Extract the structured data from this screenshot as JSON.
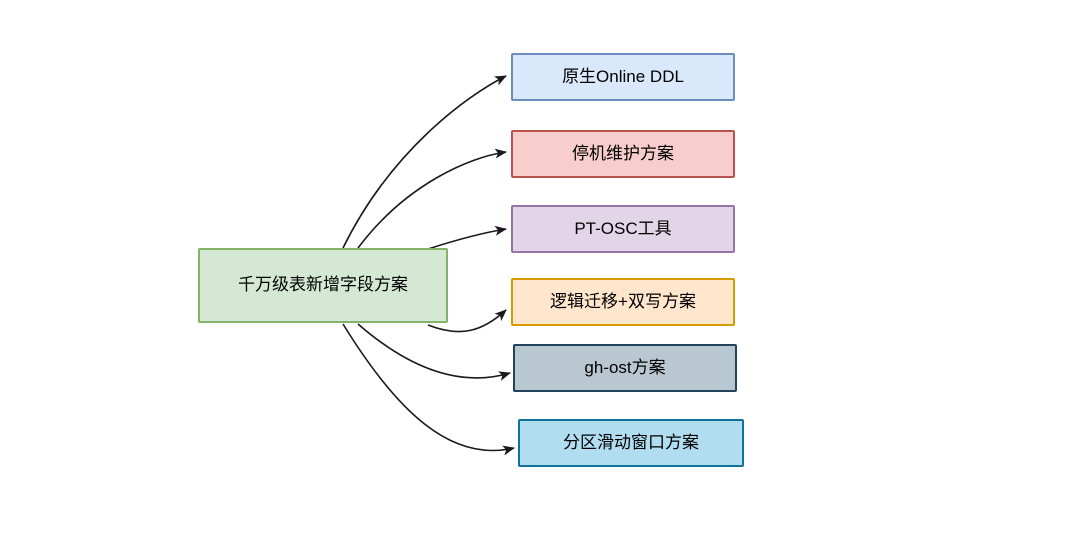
{
  "diagram": {
    "background": "#ffffff",
    "root_node": {
      "label": "千万级表新增字段方案",
      "fill": "#d5e8d4",
      "border": "#82b366"
    },
    "child_nodes": [
      {
        "label": "原生Online DDL",
        "fill": "#dae8fc",
        "border": "#6c8ebf"
      },
      {
        "label": "停机维护方案",
        "fill": "#f8cecc",
        "border": "#b85450"
      },
      {
        "label": "PT-OSC工具",
        "fill": "#e1d5e7",
        "border": "#9673a6"
      },
      {
        "label": "逻辑迁移+双写方案",
        "fill": "#ffe6cc",
        "border": "#d79b00"
      },
      {
        "label": "gh-ost方案",
        "fill": "#b9c7d1",
        "border": "#23445d"
      },
      {
        "label": "分区滑动窗口方案",
        "fill": "#b1ddf0",
        "border": "#10739e"
      }
    ],
    "connector": {
      "color": "#1a1a1a"
    }
  }
}
